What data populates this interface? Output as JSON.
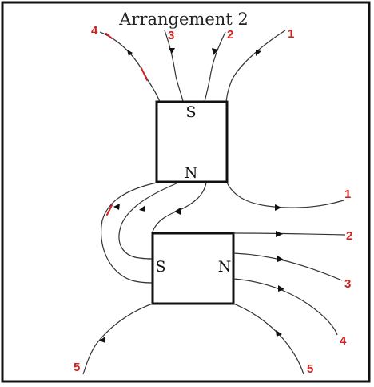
{
  "diagram": {
    "title": "Arrangement 2",
    "magnet_top": {
      "south_label": "S",
      "north_label": "N"
    },
    "magnet_bottom": {
      "south_label": "S",
      "north_label": "N"
    },
    "field_line_numbers": {
      "top_1": "1",
      "top_2": "2",
      "top_3": "3",
      "top_4": "4",
      "right_1": "1",
      "right_2": "2",
      "right_3": "3",
      "right_4": "4",
      "bottom_left_5": "5",
      "bottom_right_5": "5"
    },
    "colors": {
      "number_labels": "#d32020",
      "lines": "#333333",
      "magnet_outline": "#111111"
    }
  }
}
